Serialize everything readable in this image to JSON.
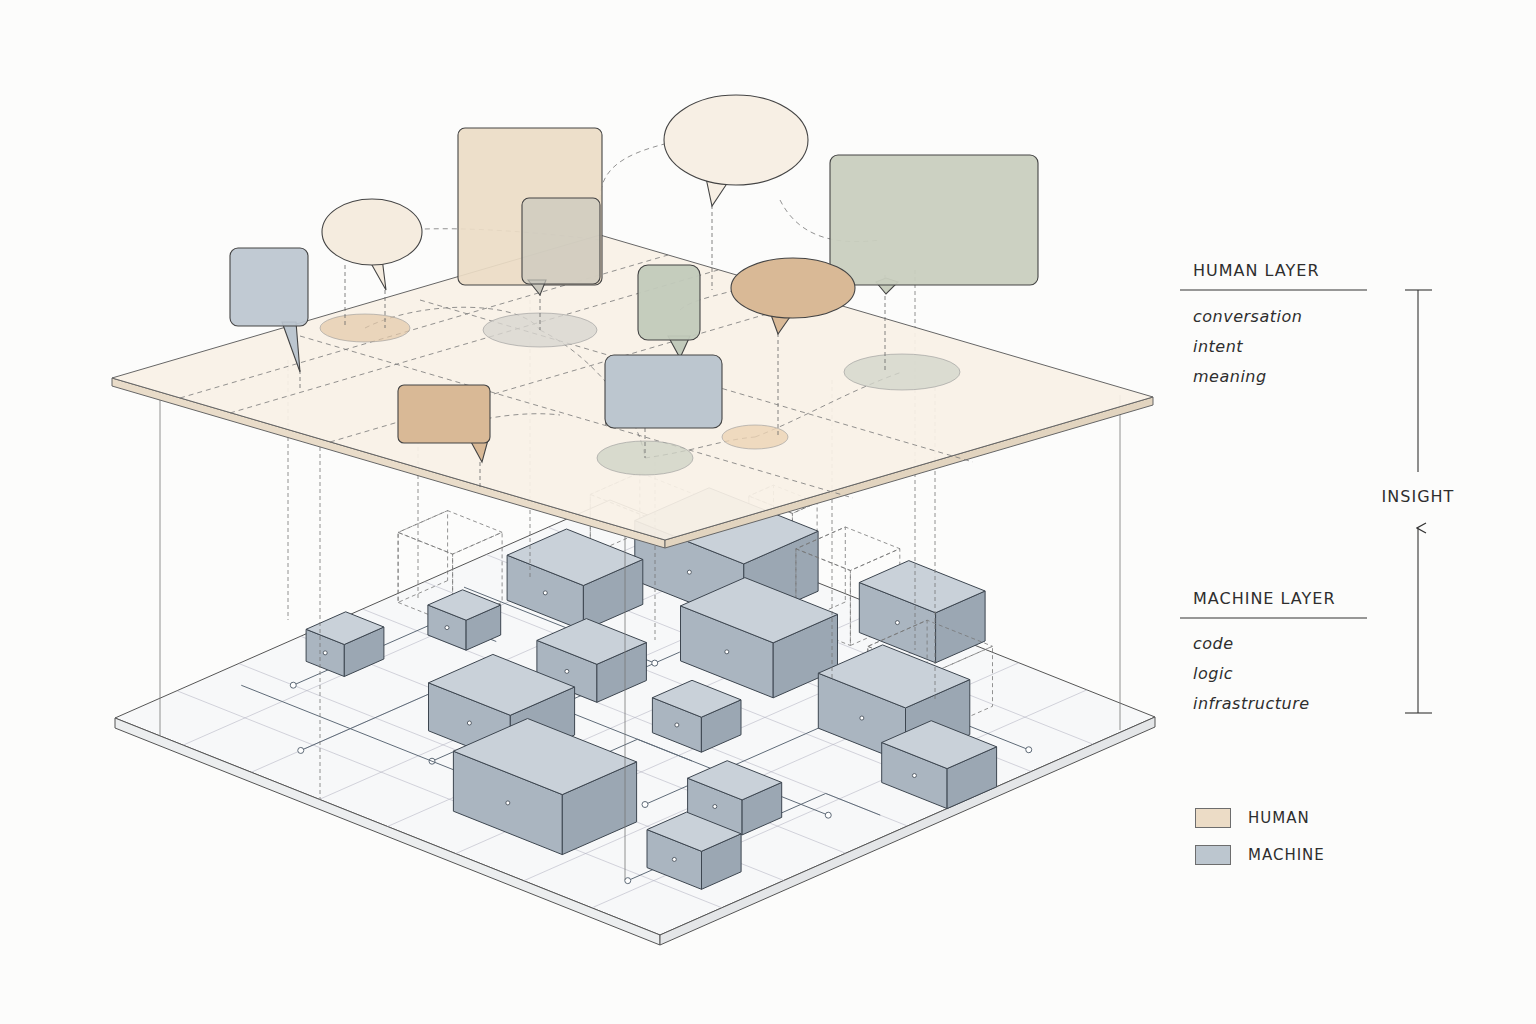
{
  "diagram": {
    "labels": [
      "HUMAN LAYER",
      "conversation",
      "intent",
      "meaning",
      "INSIGHT",
      "MACHINE LAYER",
      "code",
      "logic",
      "infrastructure"
    ],
    "legend": [
      {
        "text": "HUMAN",
        "color": "#ecdcc6"
      },
      {
        "text": "MACHINE",
        "color": "#bcc6cf"
      }
    ]
  }
}
